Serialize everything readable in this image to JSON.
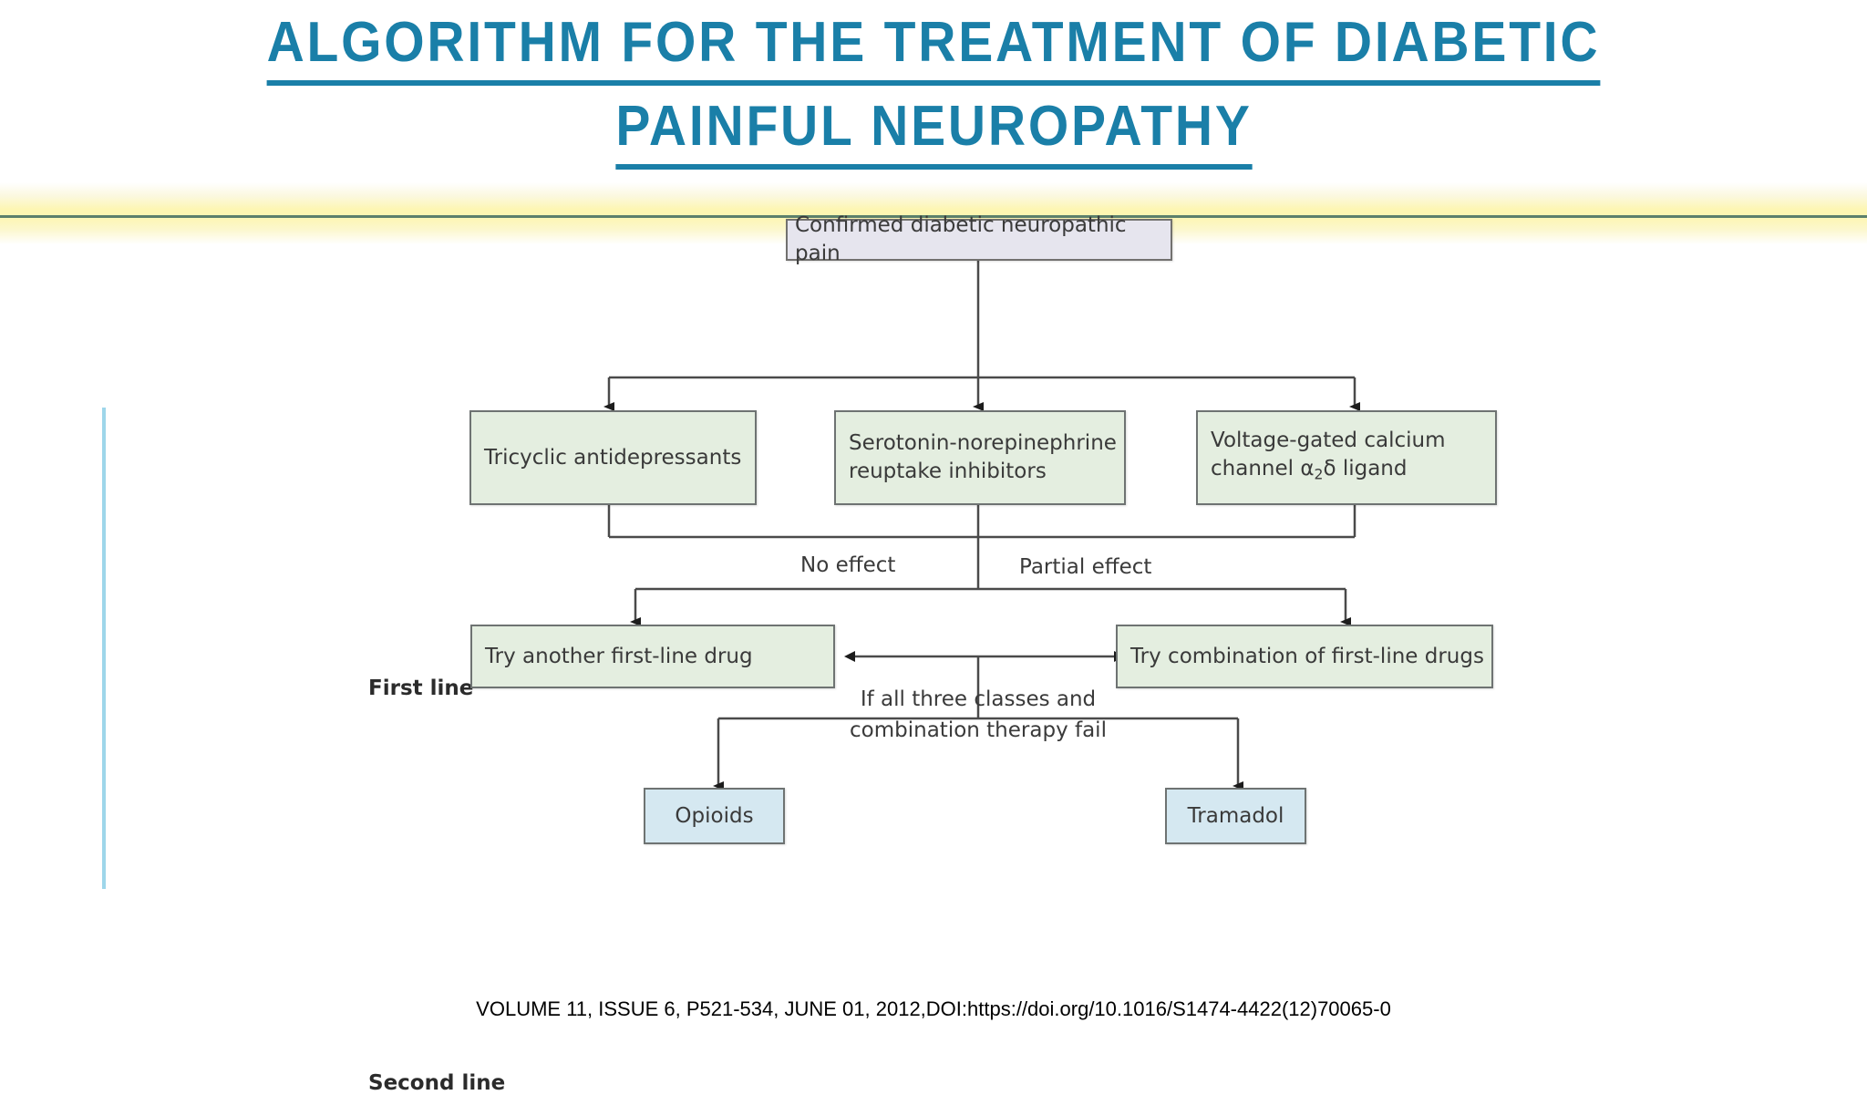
{
  "slide": {
    "title_line_1": "ALGORITHM FOR THE TREATMENT OF DIABETIC",
    "title_line_2": "PAINFUL NEUROPATHY",
    "title_color": "#1a7fa8",
    "divider_band_color": "#fdf6b2",
    "divider_rule_color": "#3f6b5e",
    "accent_line_color": "#9ed6ea",
    "caption": "VOLUME 11, ISSUE 6, P521-534, JUNE 01, 2012,DOI:https://doi.org/10.1016/S1474-4422(12)70065-0"
  },
  "flowchart": {
    "type": "diagram",
    "root": {
      "label": "Confirmed diabetic neuropathic pain",
      "fill": "#e6e5ee"
    },
    "row_labels": {
      "first_line": "First line",
      "second_line": "Second line"
    },
    "first_line_nodes": [
      {
        "label": "Tricyclic antidepressants",
        "fill": "#e4eee0"
      },
      {
        "label": "Serotonin-norepinephrine reuptake inhibitors",
        "fill": "#e4eee0"
      },
      {
        "label_part_1": "Voltage-gated calcium",
        "label_part_2a": "channel α",
        "label_sub": "2",
        "label_part_2b": "δ ligand",
        "fill": "#e4eee0"
      }
    ],
    "branch_labels": {
      "no_effect": "No effect",
      "partial_effect": "Partial effect"
    },
    "middle_nodes": [
      {
        "label": "Try another first-line drug",
        "fill": "#e4eee0"
      },
      {
        "label": "Try combination of first-line drugs",
        "fill": "#e4eee0"
      }
    ],
    "failure_note_line_1": "If all three classes and",
    "failure_note_line_2": "combination therapy fail",
    "second_line_nodes": [
      {
        "label": "Opioids",
        "fill": "#d5e8f1"
      },
      {
        "label": "Tramadol",
        "fill": "#d5e8f1"
      }
    ]
  }
}
